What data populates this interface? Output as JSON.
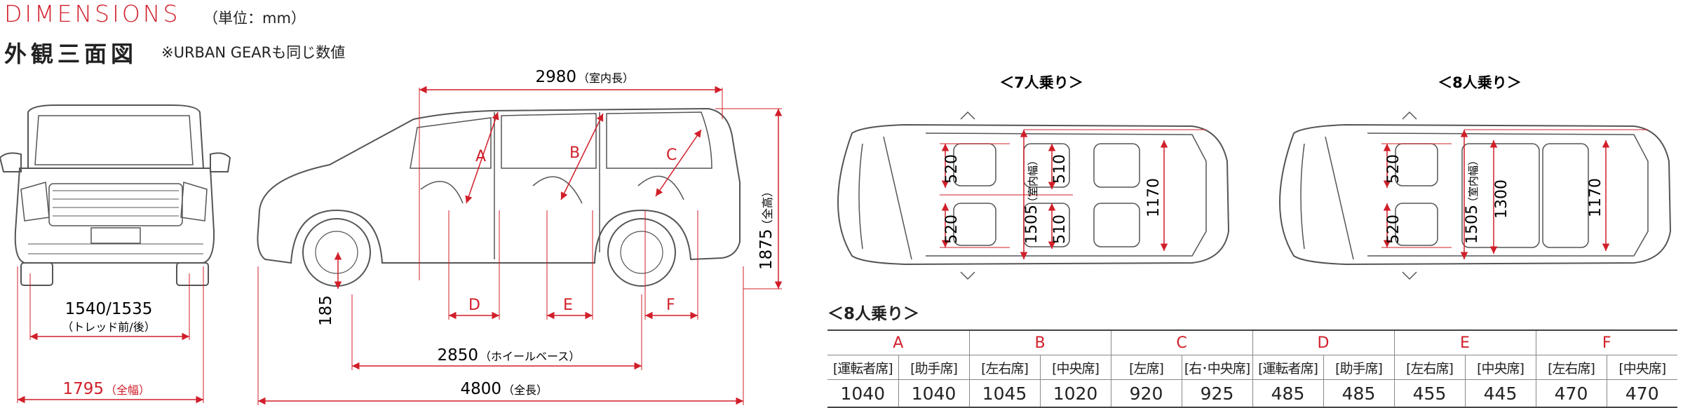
{
  "header": {
    "title": "DIMENSIONS",
    "unit": "（単位：mm）",
    "subtitle": "外観三面図",
    "note": "※URBAN GEARも同じ数値"
  },
  "front_view": {
    "tread": "1540/1535",
    "tread_note": "（トレッド前/後）",
    "width": "1795",
    "width_note": "（全幅）"
  },
  "side_view": {
    "room_length": "2980",
    "room_length_note": "（室内長）",
    "height": "1875",
    "height_note": "（全高）",
    "clearance": "185",
    "wheelbase": "2850",
    "wheelbase_note": "（ホイールベース）",
    "length": "4800",
    "length_note": "（全長）",
    "seat_letters": [
      "A",
      "B",
      "C",
      "D",
      "E",
      "F"
    ]
  },
  "top_views": [
    {
      "title": "＜7人乗り＞",
      "dims": [
        "520",
        "520",
        "1505",
        "（室内幅）",
        "510",
        "510",
        "1170"
      ]
    },
    {
      "title": "＜8人乗り＞",
      "dims": [
        "520",
        "520",
        "1505",
        "（室内幅）",
        "1300",
        "1170"
      ]
    }
  ],
  "table": {
    "caption": "＜8人乗り＞",
    "groups": [
      "A",
      "B",
      "C",
      "D",
      "E",
      "F"
    ],
    "subheaders": [
      "[運転者席]",
      "[助手席]",
      "[左右席]",
      "[中央席]",
      "[左席]",
      "[右･中央席]",
      "[運転者席]",
      "[助手席]",
      "[左右席]",
      "[中央席]",
      "[左右席]",
      "[中央席]"
    ],
    "values": [
      "1040",
      "1040",
      "1045",
      "1020",
      "920",
      "925",
      "485",
      "485",
      "455",
      "445",
      "470",
      "470"
    ]
  },
  "colors": {
    "accent": "#d11f2a",
    "line": "#555555"
  }
}
